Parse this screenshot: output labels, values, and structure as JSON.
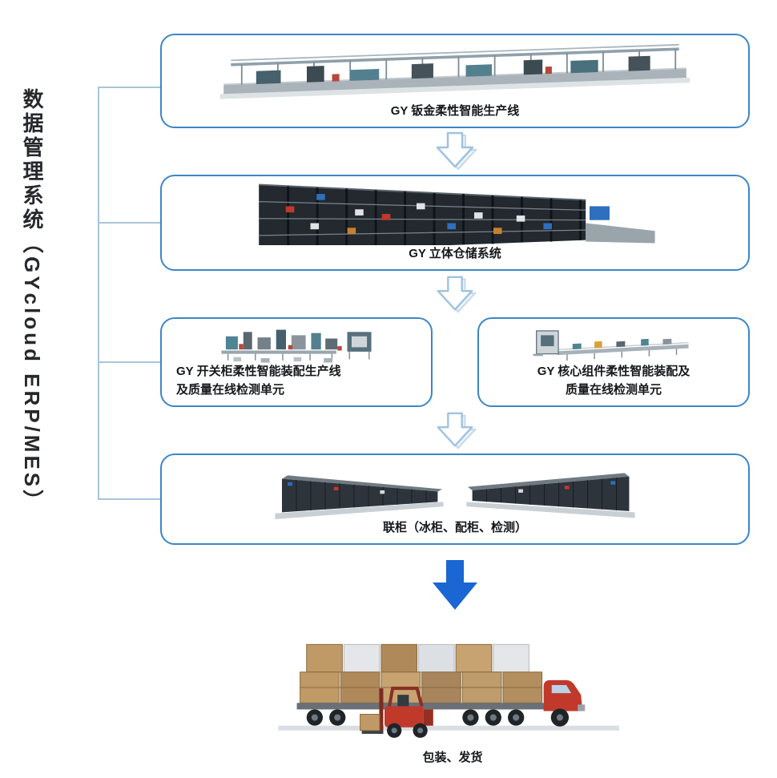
{
  "title": "GY intelligent production flow diagram",
  "sidebar": {
    "system_label": "数据管理系统（GYcloud ERP/MES）"
  },
  "flow": {
    "sheet_metal_line": {
      "label": "GY 钣金柔性智能生产线"
    },
    "warehouse": {
      "label": "GY 立体仓储系统"
    },
    "switchgear_assembly": {
      "line1": "GY 开关柜柔性智能装配生产线",
      "line2": "及质量在线检测单元"
    },
    "core_components": {
      "line1": "GY 核心组件柔性智能装配及",
      "line2": "质量在线检测单元"
    },
    "cabinets": {
      "label": "联柜（冰柜、配柜、检测）"
    },
    "shipping": {
      "label": "包装、发货"
    }
  },
  "icons": {
    "flow_arrow": "hollow-down-arrow",
    "ship_arrow": "solid-down-arrow"
  },
  "colors": {
    "box_border": "#3d86c6",
    "connector_line": "#a9c4d9",
    "hollow_arrow_stroke": "#9fc2e2",
    "solid_arrow": "#1a66d2",
    "label_text": "#15181c",
    "forklift_red": "#c0392b"
  }
}
